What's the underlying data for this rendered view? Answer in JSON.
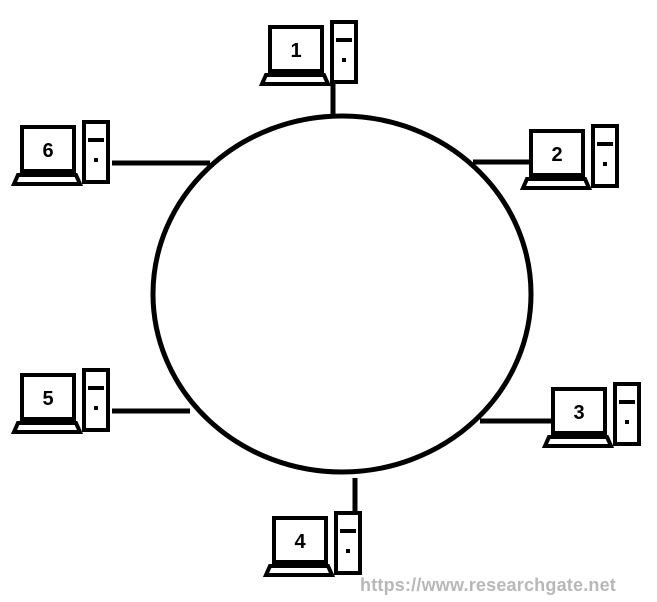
{
  "diagram": {
    "type": "ring-network-topology",
    "nodes": [
      {
        "label": "1",
        "icon": "desktop-computer-icon"
      },
      {
        "label": "2",
        "icon": "desktop-computer-icon"
      },
      {
        "label": "3",
        "icon": "desktop-computer-icon"
      },
      {
        "label": "4",
        "icon": "desktop-computer-icon"
      },
      {
        "label": "5",
        "icon": "desktop-computer-icon"
      },
      {
        "label": "6",
        "icon": "desktop-computer-icon"
      }
    ],
    "colors": {
      "stroke": "#000000",
      "background": "#ffffff",
      "watermark": "#b8b8b8"
    }
  },
  "watermark": "https://www.researchgate.net"
}
